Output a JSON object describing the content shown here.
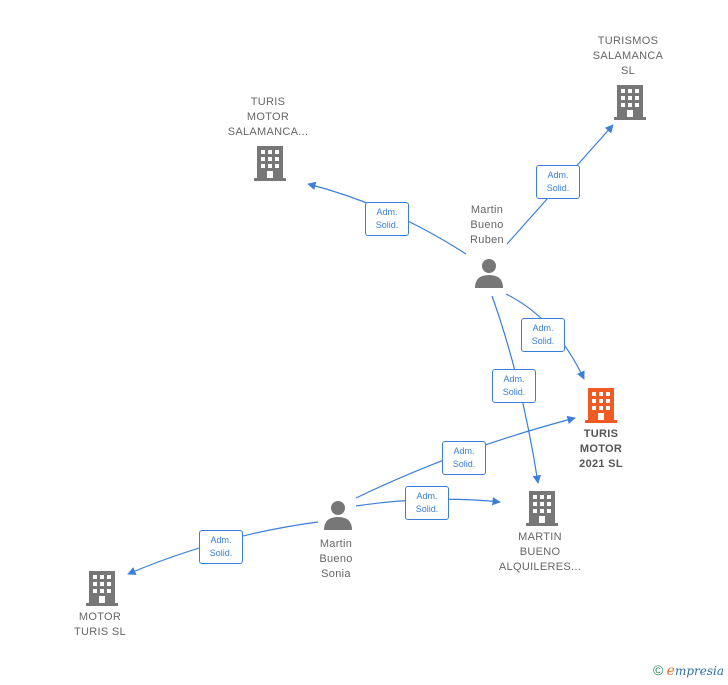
{
  "colors": {
    "edge": "#3b7fd8",
    "company": "#777777",
    "highlight": "#f05a23",
    "person": "#777777"
  },
  "nodes": {
    "turismos_salamanca": {
      "label": "TURISMOS\nSALAMANCA\nSL",
      "icon": "building-icon"
    },
    "turis_motor_salamanca": {
      "label": "TURIS\nMOTOR\nSALAMANCA...",
      "icon": "building-icon"
    },
    "martin_bueno_ruben": {
      "label": "Martin\nBueno\nRuben",
      "icon": "person-icon"
    },
    "turis_motor_2021": {
      "label": "TURIS\nMOTOR\n2021  SL",
      "icon": "building-icon"
    },
    "martin_bueno_alquileres": {
      "label": "MARTIN\nBUENO\nALQUILERES...",
      "icon": "building-icon"
    },
    "martin_bueno_sonia": {
      "label": "Martin\nBueno\nSonia",
      "icon": "person-icon"
    },
    "motor_turis": {
      "label": "MOTOR\nTURIS  SL",
      "icon": "building-icon"
    }
  },
  "edge_label": "Adm.\nSolid.",
  "footer": {
    "copyright": "©",
    "brand_initial": "e",
    "brand_rest": "mpresia"
  }
}
